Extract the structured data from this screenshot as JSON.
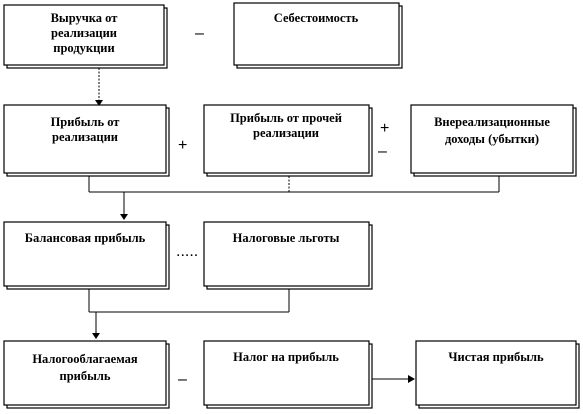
{
  "boxes": {
    "revenue": [
      "Выручка от",
      "реализации",
      "продукции"
    ],
    "cost": [
      "Себестоимость"
    ],
    "sales_profit": [
      "Прибыль от",
      "реализации"
    ],
    "other_sales_profit": [
      "Прибыль от прочей",
      "реализации"
    ],
    "non_operating": [
      "Внереализационные",
      "доходы (убытки)"
    ],
    "balance_profit": [
      "Балансовая прибыль"
    ],
    "tax_benefits": [
      "Налоговые льготы"
    ],
    "taxable_profit": [
      "Налогооблагаемая",
      "прибыль"
    ],
    "profit_tax": [
      "Налог на прибыль"
    ],
    "net_profit": [
      "Чистая прибыль"
    ]
  },
  "operators": {
    "minus_1": "–",
    "plus_1": "+",
    "plus_2": "+",
    "minus_2": "–",
    "dots_1": ".....",
    "minus_3": "–"
  }
}
